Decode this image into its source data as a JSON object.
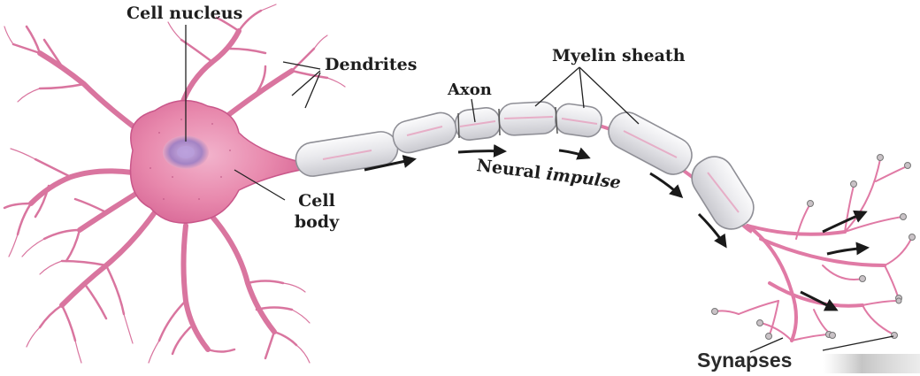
{
  "diagram": {
    "labels": {
      "cell_nucleus": "Cell nucleus",
      "dendrites": "Dendrites",
      "axon": "Axon",
      "myelin_sheath": "Myelin sheath",
      "cell_body_line1": "Cell",
      "cell_body_line2": "body",
      "neural": "Neural",
      "impulse": "impulse",
      "synapses": "Synapses"
    },
    "colors": {
      "neuron_pink": "#e889ad",
      "neuron_dark": "#c94f82",
      "nucleus": "#9b7fc4",
      "myelin": "#e9e9ec",
      "myelin_outline": "#8f8f96",
      "arrow": "#1a1a1a",
      "label": "#1e1e1e"
    }
  }
}
